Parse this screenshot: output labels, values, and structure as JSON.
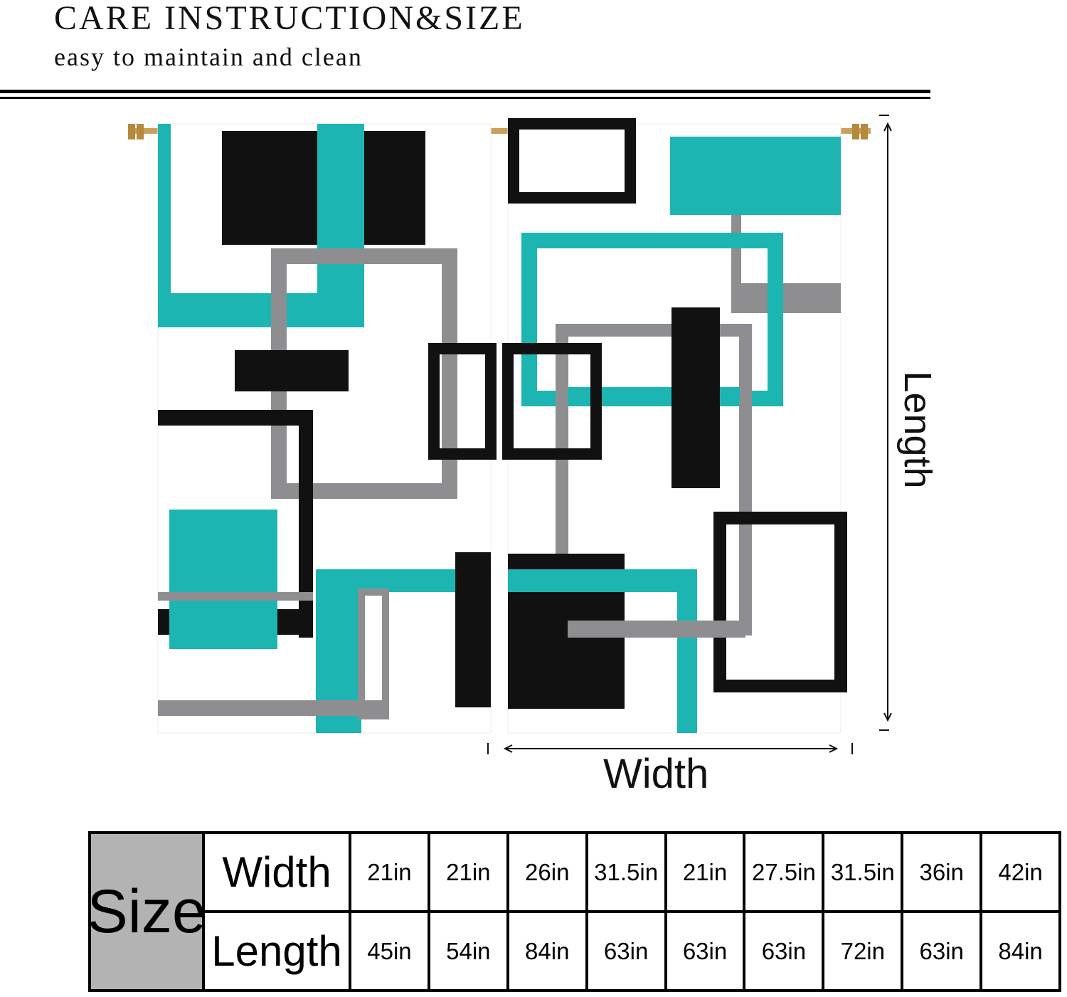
{
  "header": {
    "title": "CARE INSTRUCTION&SIZE",
    "subtitle": "easy to maintain and clean"
  },
  "dimensions": {
    "width_label": "Width",
    "length_label": "Length"
  },
  "colors": {
    "teal": "#1cb5b2",
    "black": "#111111",
    "gray": "#8e8e90",
    "table_header_gray": "#b3b3b3"
  },
  "size_table": {
    "header": "Size",
    "row_labels": [
      "Width",
      "Length"
    ],
    "widths": [
      "21in",
      "21in",
      "26in",
      "31.5in",
      "21in",
      "27.5in",
      "31.5in",
      "36in",
      "42in"
    ],
    "lengths": [
      "45in",
      "54in",
      "84in",
      "63in",
      "63in",
      "63in",
      "72in",
      "63in",
      "84in"
    ]
  }
}
